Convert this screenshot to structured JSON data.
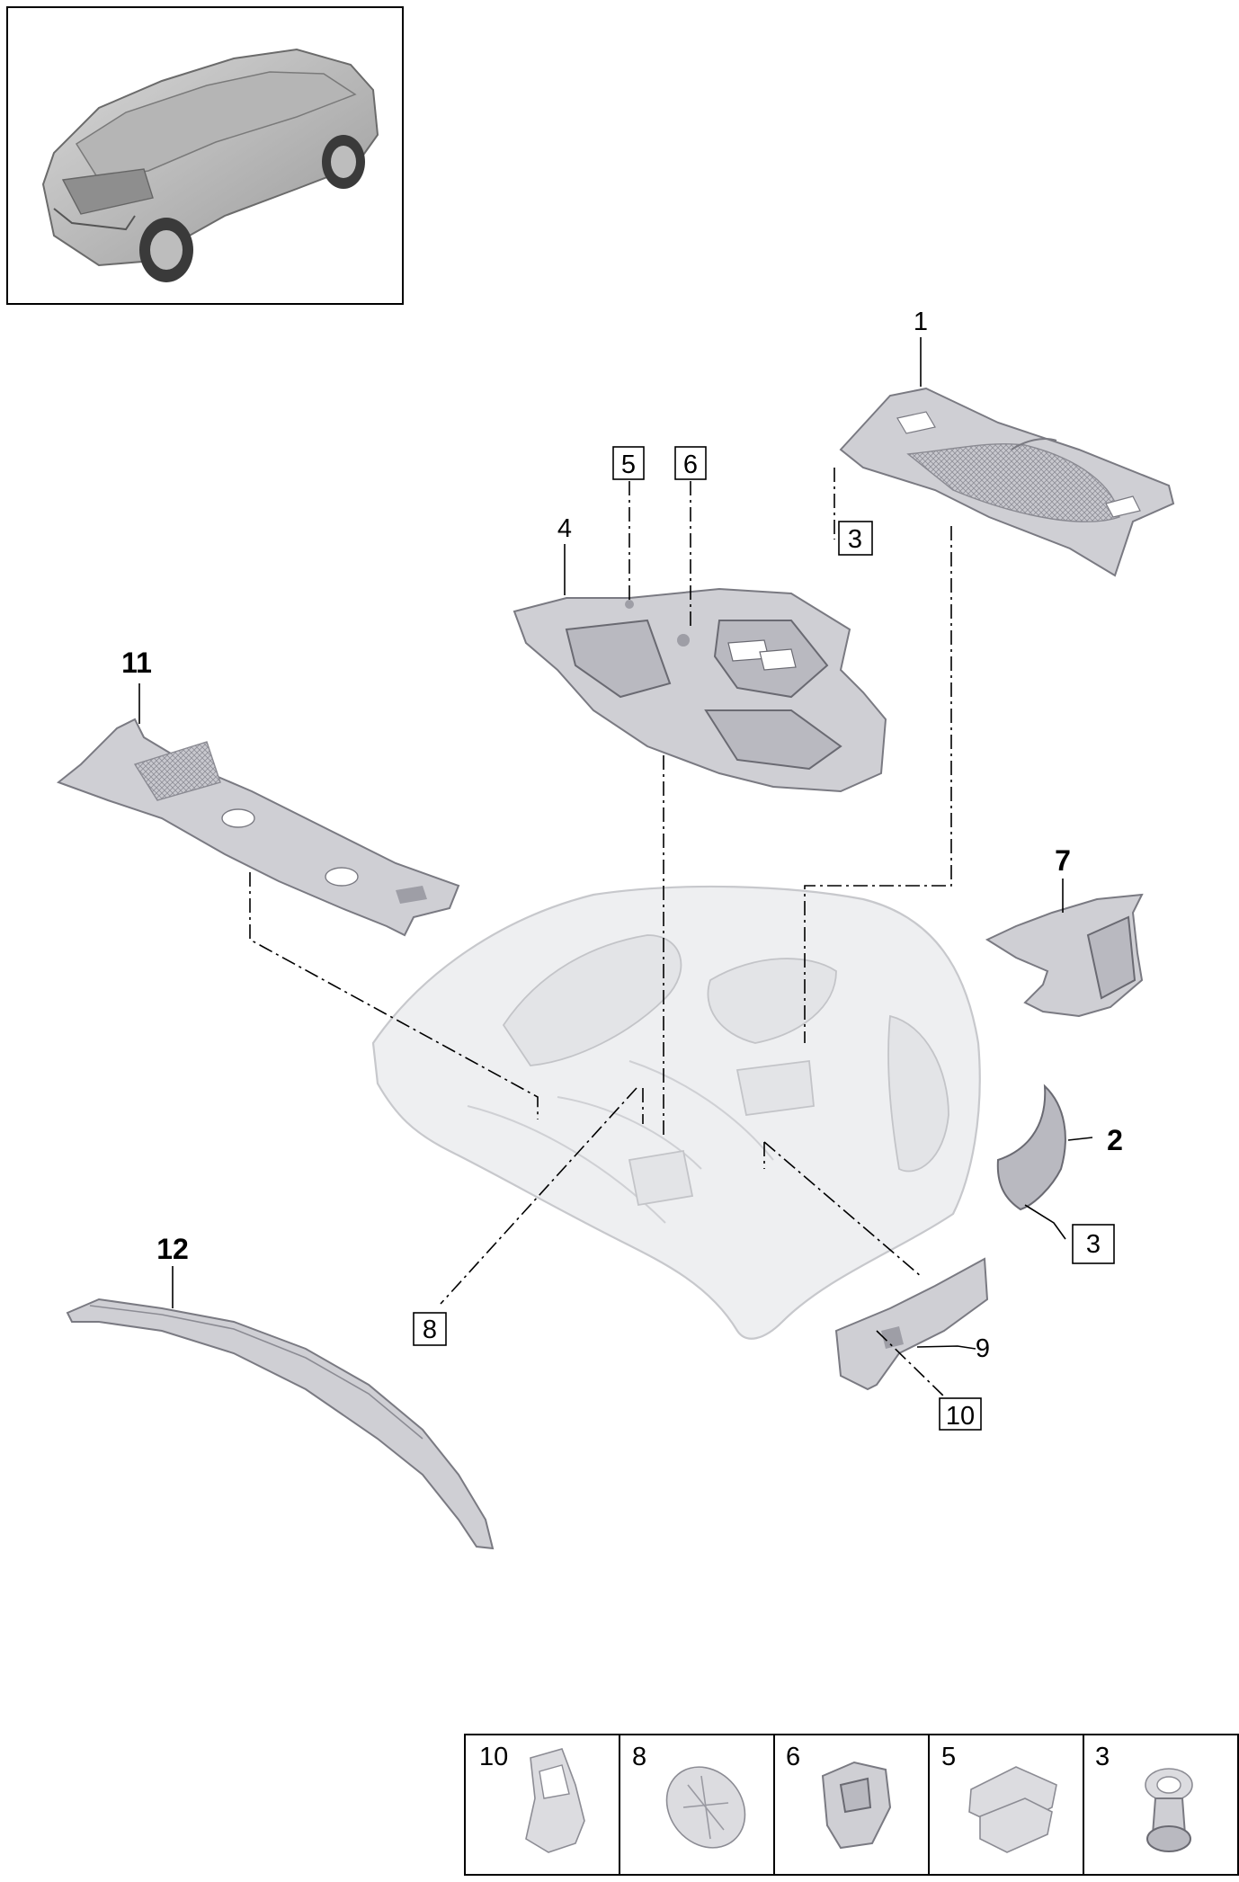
{
  "callouts": {
    "c1": "1",
    "c2": "2",
    "c3a": "3",
    "c3b": "3",
    "c4": "4",
    "c5": "5",
    "c6": "6",
    "c7": "7",
    "c8": "8",
    "c9": "9",
    "c10": "10",
    "c11": "11",
    "c12": "12"
  },
  "fastener_strip": [
    "10",
    "8",
    "6",
    "5",
    "3"
  ],
  "colors": {
    "part_fill": "#cfcfd4",
    "ghost_fill": "#eeeff1",
    "line": "#000000"
  }
}
